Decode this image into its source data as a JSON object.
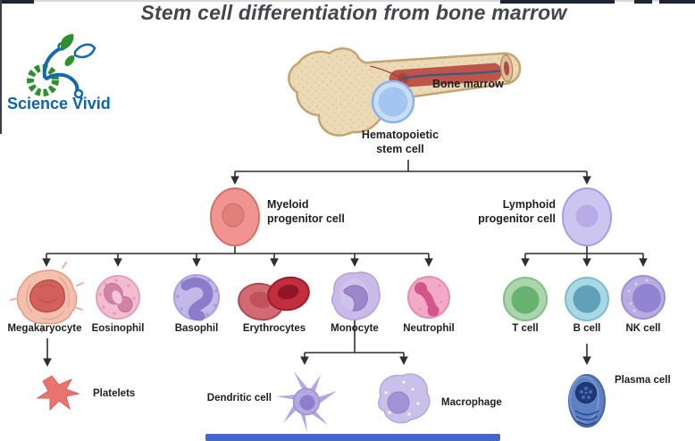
{
  "title": "Stem cell differentiation from bone marrow",
  "logo": {
    "name": "Science Vivid"
  },
  "diagram": {
    "root": {
      "organ_label": "Bone marrow",
      "stem_label": "Hematopoietic\nstem cell"
    },
    "progenitors": {
      "myeloid": "Myeloid\nprogenitor cell",
      "lymphoid": "Lymphoid\nprogenitor cell"
    },
    "myeloid_children": [
      "Megakaryocyte",
      "Eosinophil",
      "Basophil",
      "Erythrocytes",
      "Monocyte",
      "Neutrophil"
    ],
    "lymphoid_children": [
      "T cell",
      "B cell",
      "NK cell"
    ],
    "derived": {
      "platelets": "Platelets",
      "dendritic": "Dendritic cell",
      "macrophage": "Macrophage",
      "plasma": "Plasma cell"
    },
    "hierarchy": {
      "Hematopoietic stem cell": [
        "Myeloid progenitor cell",
        "Lymphoid progenitor cell"
      ],
      "Myeloid progenitor cell": [
        "Megakaryocyte",
        "Eosinophil",
        "Basophil",
        "Erythrocytes",
        "Monocyte",
        "Neutrophil"
      ],
      "Lymphoid progenitor cell": [
        "T cell",
        "B cell",
        "NK cell"
      ],
      "Megakaryocyte": [
        "Platelets"
      ],
      "Monocyte": [
        "Dendritic cell",
        "Macrophage"
      ],
      "B cell": [
        "Plasma cell"
      ]
    },
    "icons": [
      "bone-marrow-icon",
      "hematopoietic-stem-cell-icon",
      "myeloid-progenitor-icon",
      "lymphoid-progenitor-icon",
      "megakaryocyte-icon",
      "eosinophil-icon",
      "basophil-icon",
      "erythrocytes-icon",
      "monocyte-icon",
      "neutrophil-icon",
      "t-cell-icon",
      "b-cell-icon",
      "nk-cell-icon",
      "platelets-icon",
      "dendritic-cell-icon",
      "macrophage-icon",
      "plasma-cell-icon"
    ]
  },
  "colors": {
    "title_text": "#43474c",
    "logo_blue": "#0f64a8",
    "logo_green": "#2e8f2e",
    "connector": "#2f2f2f",
    "stem_cell_blue": "#a3c6f1",
    "myeloid_red": "#f19390",
    "lymphoid_purple": "#cbc5f0",
    "t_cell_green": "#68b171",
    "b_cell_teal": "#5fa2b8",
    "nk_cell_purple": "#9184d1",
    "plasma_blue": "#5d80c3",
    "erythrocyte_red": "#c22e3e",
    "bone_tan": "#ecd9b6",
    "marrow_red": "#bf544b",
    "top_edge_dark": "#1c2531",
    "bottom_bar_blue": "#4565cc"
  }
}
